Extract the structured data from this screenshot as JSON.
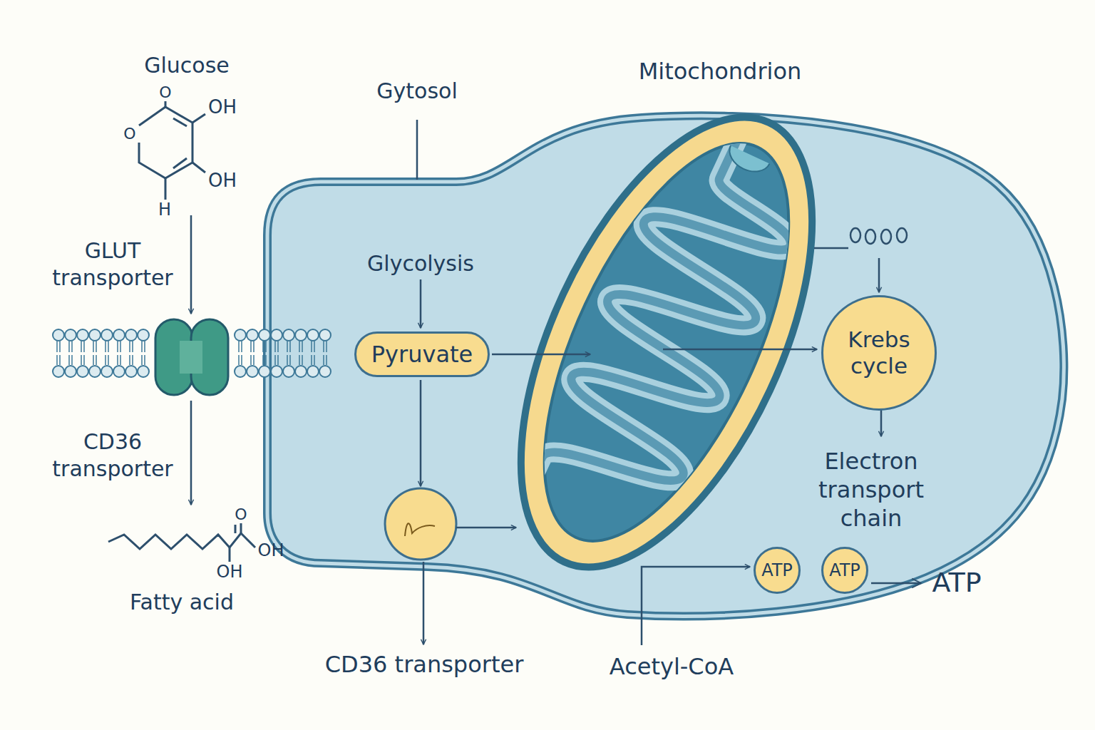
{
  "diagram": {
    "nodes": [
      {
        "text": [
          "Pyruvate"
        ]
      },
      {
        "text": [
          "Krebs cycle"
        ]
      },
      {
        "text": [
          "ATP"
        ]
      },
      {
        "text": [
          "ATP"
        ]
      }
    ],
    "labels": [
      "Glucose",
      "O",
      "OH",
      "O",
      "OH",
      "H",
      "GLUT transporter",
      "CD36 transporter",
      "O",
      "OH",
      "OH",
      "Fatty acid",
      "Gytosol",
      "Mitochondrion",
      "Glycolysis",
      "Electron transport chain",
      "ATP",
      "CD36 transporter",
      "Acetyl-CoA"
    ]
  }
}
